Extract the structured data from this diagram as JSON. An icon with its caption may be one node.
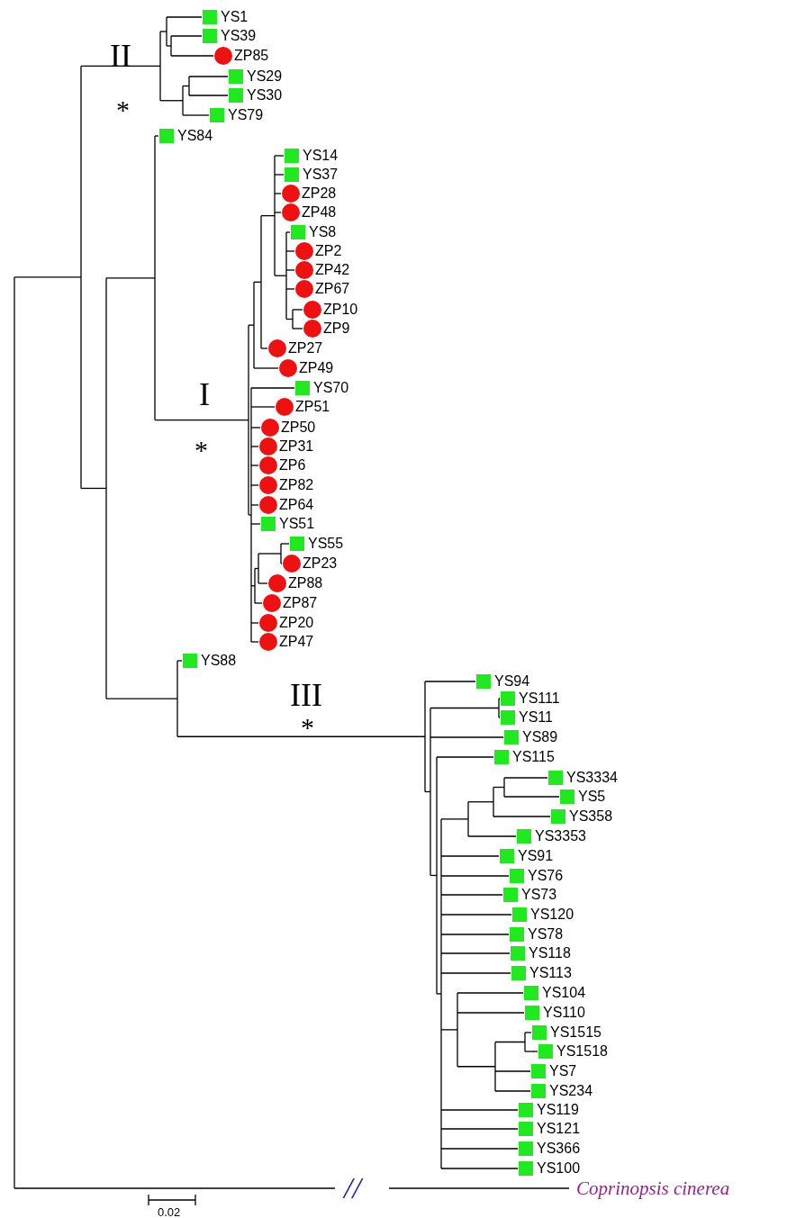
{
  "diagram": {
    "labels": [
      "YS1",
      "YS39",
      "II",
      "ZP85",
      "YS29",
      "YS30",
      "*",
      "YS79",
      "YS84",
      "YS14",
      "YS37",
      "ZP28",
      "ZP48",
      "YS8",
      "ZP2",
      "ZP42",
      "ZP67",
      "ZP10",
      "ZP9",
      "ZP27",
      "ZP49",
      "YS70",
      "I",
      "ZP51",
      "ZP50",
      "*",
      "ZP31",
      "ZP6",
      "ZP82",
      "ZP64",
      "YS51",
      "YS55",
      "ZP23",
      "ZP88",
      "ZP87",
      "ZP20",
      "ZP47",
      "YS88",
      "YS94",
      "III",
      "YS111",
      "YS11",
      "*",
      "YS89",
      "YS115",
      "YS3334",
      "YS5",
      "YS358",
      "YS3353",
      "YS91",
      "YS76",
      "YS73",
      "YS120",
      "YS78",
      "YS118",
      "YS113",
      "YS104",
      "YS110",
      "YS1515",
      "YS1518",
      "YS7",
      "YS234",
      "YS119",
      "YS121",
      "YS366",
      "YS100",
      "//",
      "Coprinopsis cinerea",
      "0.02"
    ]
  }
}
